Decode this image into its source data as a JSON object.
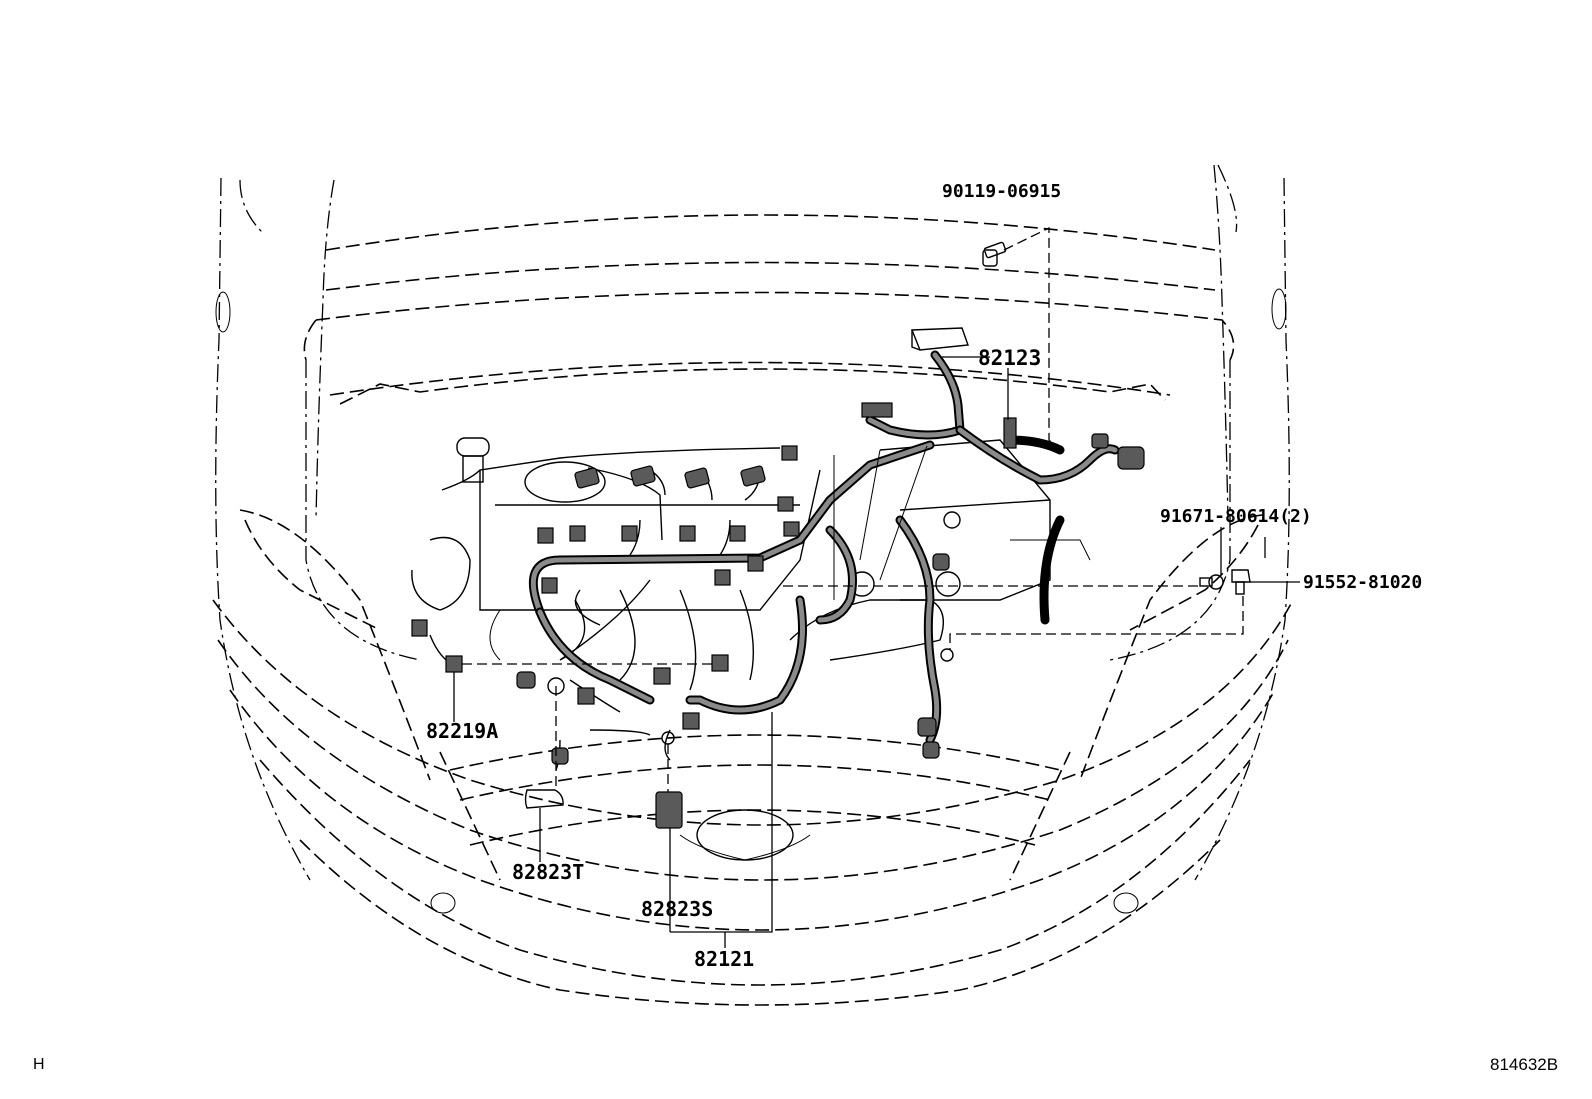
{
  "parts": {
    "p90119": "90119-06915",
    "p82123": "82123",
    "p91671": "91671-80614(2)",
    "p91552": "91552-81020",
    "p82219A": "82219A",
    "p82823T": "82823T",
    "p82823S": "82823S",
    "p82121": "82121"
  },
  "footer": {
    "left_code": "H",
    "right_code": "814632B"
  }
}
